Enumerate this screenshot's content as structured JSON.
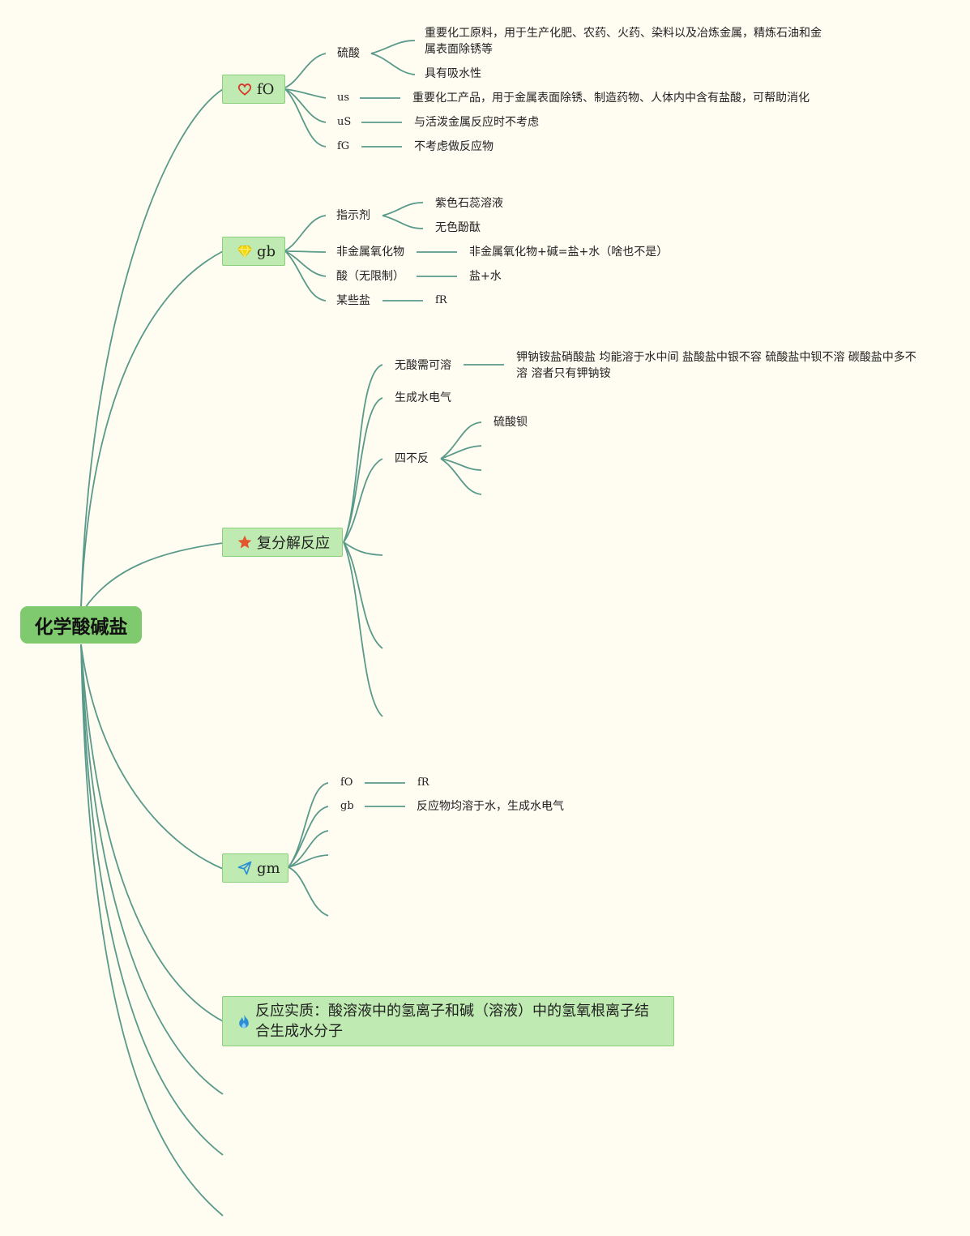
{
  "root": {
    "label": "化学酸碱盐"
  },
  "branches": [
    {
      "label": "fO",
      "icon": "heart-icon",
      "children": [
        {
          "label": "硫酸",
          "children": [
            "重要化工原料，用于生产化肥、农药、火药、染料以及冶炼金属，精炼石油和金属表面除锈等",
            "具有吸水性"
          ]
        },
        {
          "label": "us",
          "detail": "重要化工产品，用于金属表面除锈、制造药物、人体内中含有盐酸，可帮助消化"
        },
        {
          "label": "uS",
          "detail": "与活泼金属反应时不考虑"
        },
        {
          "label": "fG",
          "detail": "不考虑做反应物"
        }
      ]
    },
    {
      "label": "gb",
      "icon": "gem-icon",
      "children": [
        {
          "label": "指示剂",
          "children": [
            "紫色石蕊溶液",
            "无色酚酞"
          ]
        },
        {
          "label": "非金属氧化物",
          "detail": "非金属氧化物+碱=盐+水（啥也不是）"
        },
        {
          "label": "酸（无限制）",
          "detail": "盐+水"
        },
        {
          "label": "某些盐",
          "detail": "fR"
        }
      ]
    },
    {
      "label": "复分解反应",
      "icon": "star-icon",
      "children": [
        {
          "label": "无酸需可溶",
          "detail": "钾钠铵盐硝酸盐 均能溶于水中间 盐酸盐中银不容 硫酸盐中钡不溶 碳酸盐中多不溶 溶者只有钾钠铵"
        },
        {
          "label": "生成水电气"
        },
        {
          "label": "四不反",
          "children": [
            "硫酸钡"
          ]
        }
      ]
    },
    {
      "label": "gm",
      "icon": "paper-plane-icon",
      "children": [
        {
          "label": "fO",
          "detail": "fR"
        },
        {
          "label": "gb",
          "detail": "反应物均溶于水，生成水电气"
        }
      ]
    },
    {
      "label": "反应实质：酸溶液中的氢离子和碱（溶液）中的氢氧根离子结合生成水分子",
      "icon": "flame-icon"
    }
  ],
  "colors": {
    "line": "#5a9a8a",
    "root": "#7fc96e",
    "branch": "#bfeab1",
    "background": "#fffcf2"
  }
}
